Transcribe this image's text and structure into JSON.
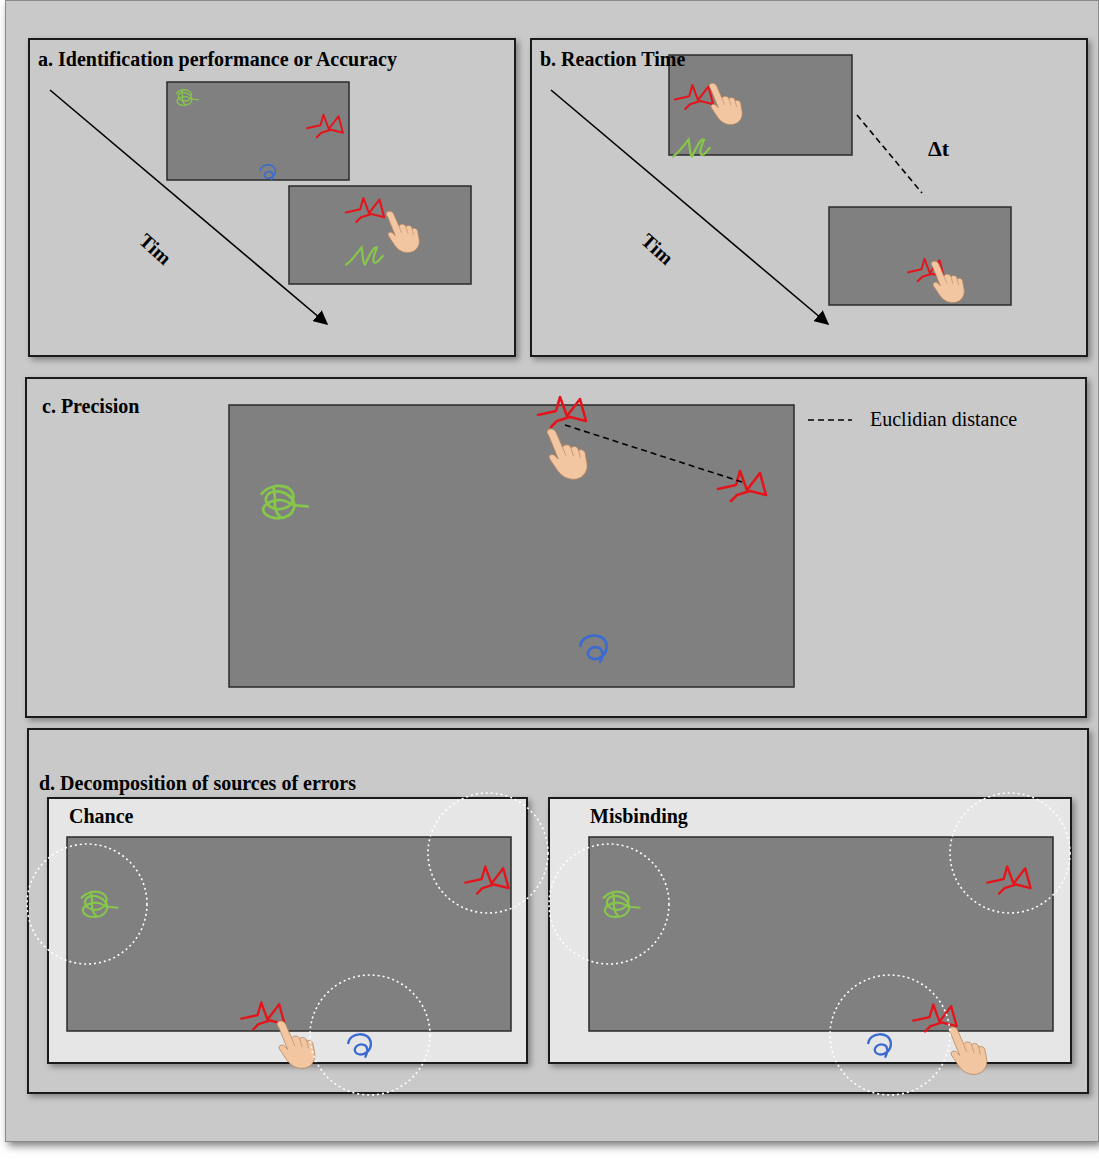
{
  "diagram": {
    "nodes": [
      {
        "text": [
          "a. Identification performance or Accuracy"
        ]
      },
      {
        "text": [
          "b. Reaction Time"
        ]
      },
      {
        "text": [
          "c. Precision"
        ]
      },
      {
        "text": [
          "d. Decomposition of sources of errors"
        ]
      },
      {
        "text": [
          "Chance"
        ],
        "in": 3
      },
      {
        "text": [
          "Misbinding"
        ],
        "in": 3
      }
    ],
    "labels": [
      "Tim",
      "Tim",
      "Δt"
    ],
    "legend": [
      {
        "text": "Euclidian distance"
      }
    ]
  }
}
